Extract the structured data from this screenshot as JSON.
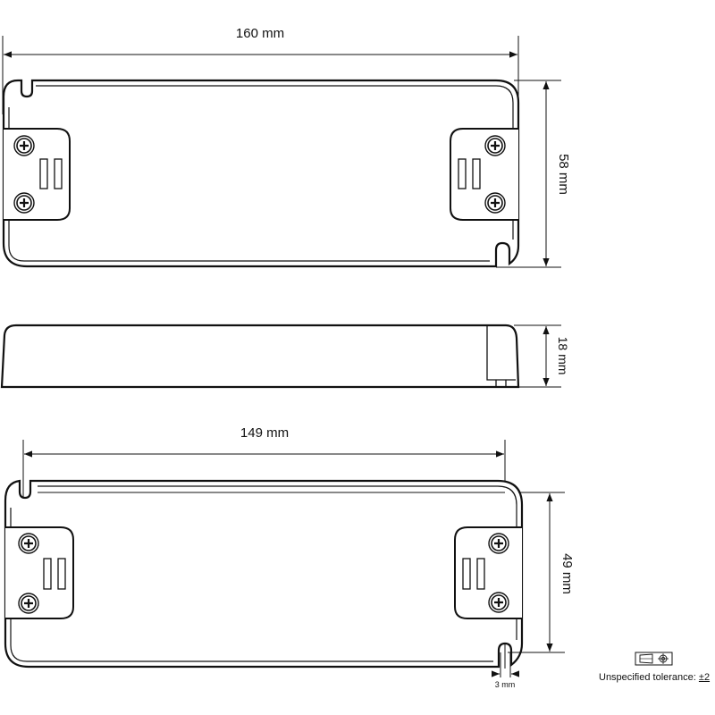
{
  "views": {
    "top": {
      "width_label": "160 mm",
      "height_label": "58 mm"
    },
    "side": {
      "height_label": "18 mm"
    },
    "mounting": {
      "width_label": "149 mm",
      "height_label": "49 mm",
      "slot_label": "3 mm"
    }
  },
  "tolerance": {
    "label": "Unspecified tolerance:",
    "value": "±2",
    "symbol_icons": [
      "projection-icon",
      "crosshair-icon"
    ]
  },
  "colors": {
    "line": "#111111",
    "background": "#ffffff"
  }
}
